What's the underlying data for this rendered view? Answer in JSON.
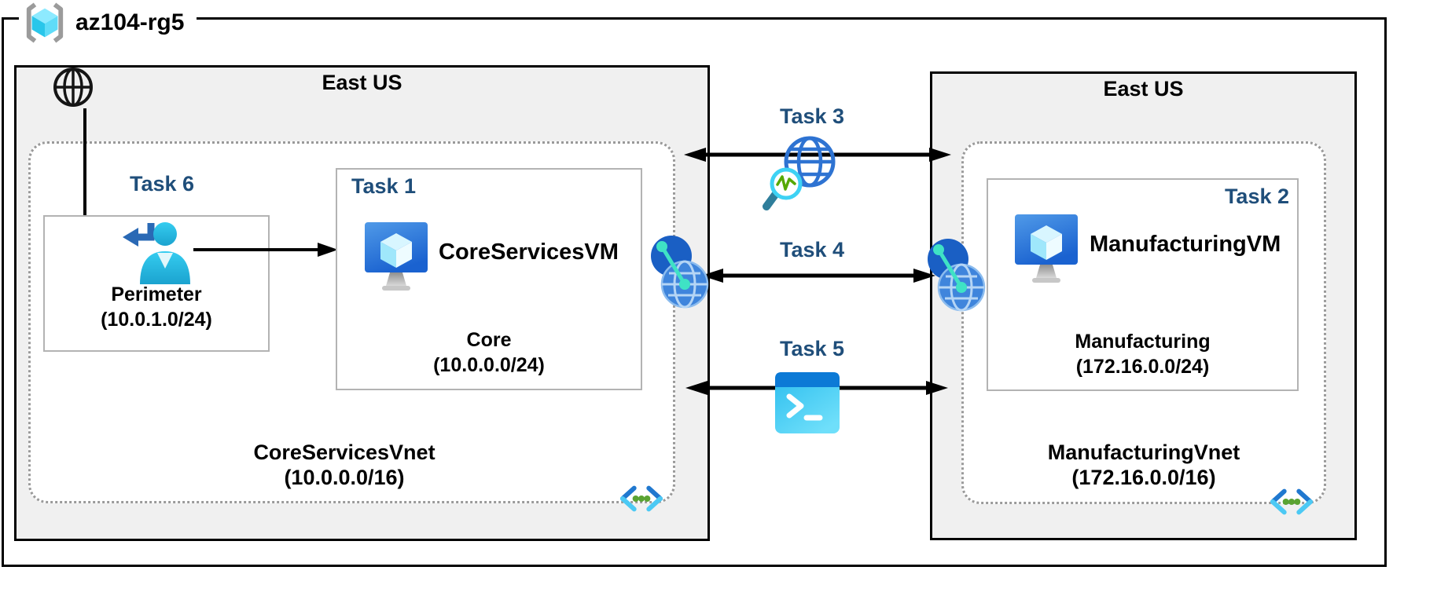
{
  "resource_group": {
    "name": "az104-rg5"
  },
  "regions": {
    "left": {
      "title": "East US"
    },
    "right": {
      "title": "East US"
    }
  },
  "left_vnet": {
    "name": "CoreServicesVnet",
    "cidr": "(10.0.0.0/16)"
  },
  "right_vnet": {
    "name": "ManufacturingVnet",
    "cidr": "(172.16.0.0/16)"
  },
  "perimeter_subnet": {
    "task": "Task 6",
    "name": "Perimeter",
    "cidr": "(10.0.1.0/24)"
  },
  "core_subnet": {
    "task": "Task 1",
    "vm": "CoreServicesVM",
    "name": "Core",
    "cidr": "(10.0.0.0/24)"
  },
  "manufacturing_subnet": {
    "task": "Task 2",
    "vm": "ManufacturingVM",
    "name": "Manufacturing",
    "cidr": "(172.16.0.0/24)"
  },
  "connections": {
    "task3": {
      "label": "Task 3",
      "icon": "network-watcher-icon"
    },
    "task4": {
      "label": "Task 4",
      "icon": "vnet-peering-icon"
    },
    "task5": {
      "label": "Task 5",
      "icon": "powershell-icon"
    }
  },
  "icons": {
    "resource_group": "resource-group-icon",
    "internet": "internet-globe-icon",
    "perimeter_user": "sign-in-user-icon",
    "virtual_machine": "vm-icon",
    "network_watcher": "network-watcher-icon",
    "vnet_peering": "vnet-peering-icon",
    "cloud_shell": "powershell-icon",
    "virtual_network": "vnet-icon"
  },
  "colors": {
    "task_label": "#1f4e7a",
    "region_bg": "#f0f0f0",
    "frame": "#000000",
    "inner_border": "#b3b3b3",
    "dotted_border": "#9a9a9a",
    "vm_blue": "#2f7fe0",
    "cyan": "#4cc9f4",
    "green_dot": "#5aa332",
    "teal": "#3fe2c5"
  }
}
